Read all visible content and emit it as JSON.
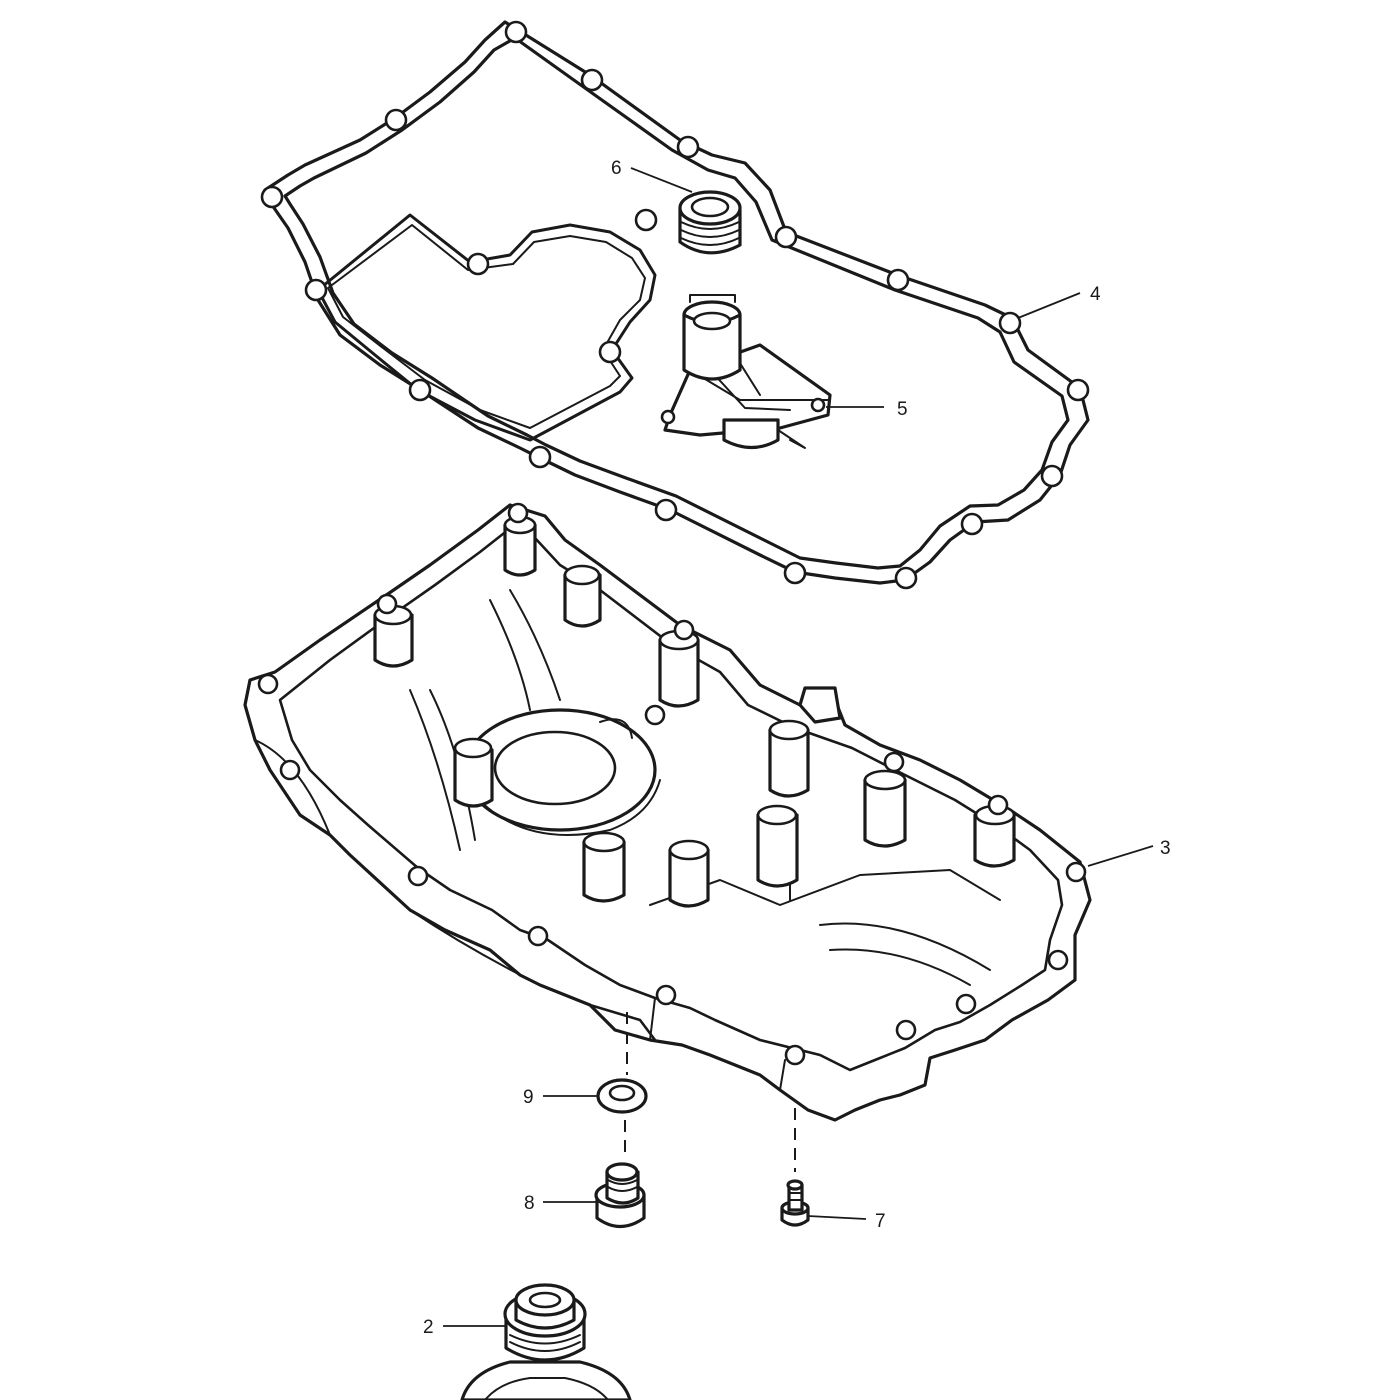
{
  "colors": {
    "line": "#1a1a1a",
    "background": "#ffffff"
  },
  "callouts": {
    "c2": "2",
    "c3": "3",
    "c4": "4",
    "c5": "5",
    "c6": "6",
    "c7": "7",
    "c8": "8",
    "c9": "9"
  }
}
